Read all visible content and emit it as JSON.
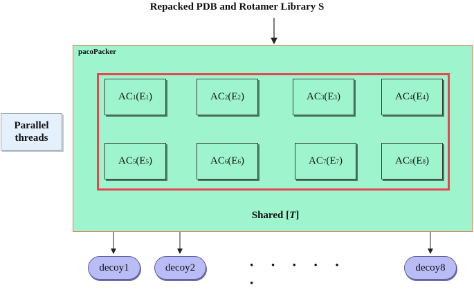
{
  "title": "Repacked PDB and Rotamer Library S",
  "container_label": "pacoPacker",
  "side_label": {
    "line1": "Parallel",
    "line2": "threads"
  },
  "shared_label": {
    "prefix": "Shared [",
    "symbol": "T",
    "suffix": "]"
  },
  "ac_nodes": [
    {
      "base": "AC",
      "sub1": "1",
      "mid": "(E",
      "sub2": "1",
      "end": ")"
    },
    {
      "base": "AC",
      "sub1": "2",
      "mid": "(E",
      "sub2": "2",
      "end": ")"
    },
    {
      "base": "AC",
      "sub1": "3",
      "mid": "(E",
      "sub2": "3",
      "end": ")"
    },
    {
      "base": "AC",
      "sub1": "4",
      "mid": "(E",
      "sub2": "4",
      "end": ")"
    },
    {
      "base": "AC",
      "sub1": "5",
      "mid": "(E",
      "sub2": "5",
      "end": ")"
    },
    {
      "base": "AC",
      "sub1": "6",
      "mid": "(E",
      "sub2": "6",
      "end": ")"
    },
    {
      "base": "AC",
      "sub1": "7",
      "mid": "(E",
      "sub2": "7",
      "end": ")"
    },
    {
      "base": "AC",
      "sub1": "8",
      "mid": "(E",
      "sub2": "8",
      "end": ")"
    }
  ],
  "decoys": [
    "decoy1",
    "decoy2",
    "decoy8"
  ],
  "ellipsis": "· · · · · ·",
  "colors": {
    "container": "#9ef5cd",
    "inner_border": "#e8454f",
    "decoy": "#b9bcf5",
    "side_box": "#e4f0fb"
  }
}
